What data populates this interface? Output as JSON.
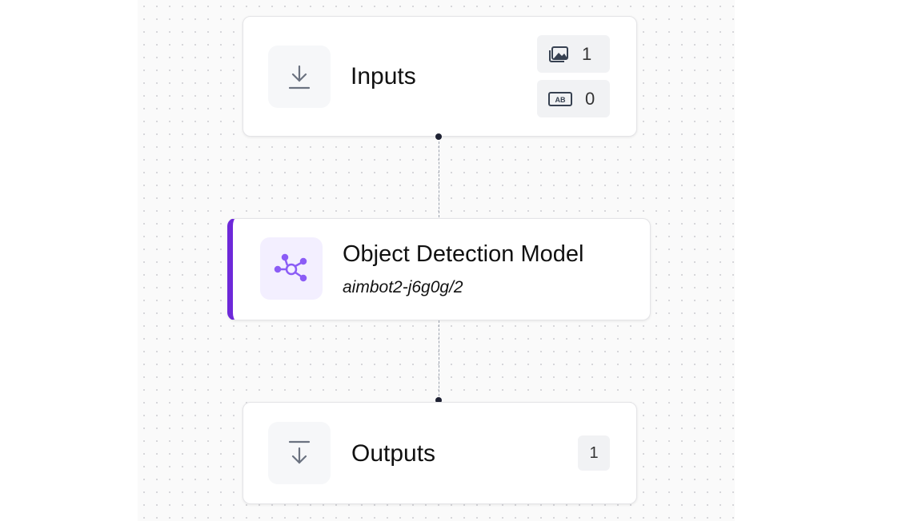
{
  "nodes": {
    "inputs": {
      "title": "Inputs",
      "image_count": "1",
      "text_count": "0"
    },
    "model": {
      "title": "Object Detection Model",
      "subtitle": "aimbot2-j6g0g/2",
      "accent": "#6d28d9"
    },
    "outputs": {
      "title": "Outputs",
      "count": "1"
    }
  }
}
